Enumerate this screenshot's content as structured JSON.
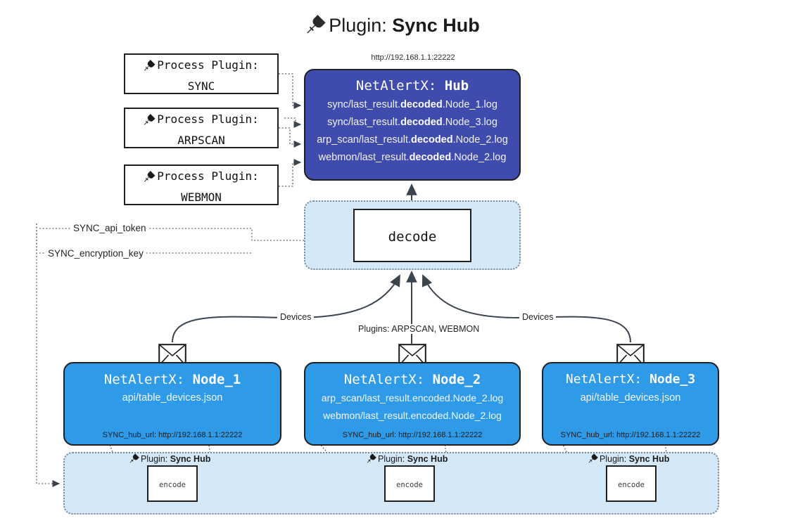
{
  "title": {
    "icon": "plug-icon",
    "prefix": "Plugin: ",
    "name": "Sync Hub"
  },
  "hub": {
    "url_caption": "http://192.168.1.1:22222",
    "title_prefix": "NetAlertX: ",
    "title_name": "Hub",
    "loglines": [
      {
        "pre": "sync/last_result.",
        "mid": "decoded",
        "post": ".Node_1.log"
      },
      {
        "pre": "sync/last_result.",
        "mid": "decoded",
        "post": ".Node_3.log"
      },
      {
        "pre": "arp_scan/last_result.",
        "mid": "decoded",
        "post": ".Node_2.log"
      },
      {
        "pre": "webmon/last_result.",
        "mid": "decoded",
        "post": ".Node_2.log"
      }
    ]
  },
  "process_plugins": [
    {
      "icon": "plug-icon",
      "line1": "Process Plugin:",
      "line2": "SYNC"
    },
    {
      "icon": "plug-icon",
      "line1": "Process Plugin:",
      "line2": "ARPSCAN"
    },
    {
      "icon": "plug-icon",
      "line1": "Process Plugin:",
      "line2": "WEBMON"
    }
  ],
  "decode": {
    "box_label": "decode"
  },
  "tokens": [
    {
      "label": "SYNC_api_token"
    },
    {
      "label": "SYNC_encryption_key"
    }
  ],
  "edge_labels": {
    "devices_left": "Devices",
    "devices_right": "Devices",
    "plugins_mid": "Plugins: ARPSCAN, WEBMON"
  },
  "nodes": [
    {
      "title_prefix": "NetAlertX: ",
      "title_name": "Node_1",
      "lines": [
        "api/table_devices.json"
      ],
      "footer": "SYNC_hub_url: http://192.168.1.1:22222",
      "envelope_icon": "envelope-icon"
    },
    {
      "title_prefix": "NetAlertX: ",
      "title_name": "Node_2",
      "lines": [
        "arp_scan/last_result.encoded.Node_2.log",
        "webmon/last_result.encoded.Node_2.log"
      ],
      "footer": "SYNC_hub_url: http://192.168.1.1:22222",
      "envelope_icon": "envelope-icon"
    },
    {
      "title_prefix": "NetAlertX: ",
      "title_name": "Node_3",
      "lines": [
        "api/table_devices.json"
      ],
      "footer": "SYNC_hub_url: http://192.168.1.1:22222",
      "envelope_icon": "envelope-icon"
    }
  ],
  "encode_blocks": [
    {
      "caption_icon": "plug-icon",
      "caption_prefix": "Plugin: ",
      "caption_name": "Sync Hub",
      "box_label": "encode"
    },
    {
      "caption_icon": "plug-icon",
      "caption_prefix": "Plugin: ",
      "caption_name": "Sync Hub",
      "box_label": "encode"
    },
    {
      "caption_icon": "plug-icon",
      "caption_prefix": "Plugin: ",
      "caption_name": "Sync Hub",
      "box_label": "encode"
    }
  ],
  "colors": {
    "hub_fill": "#3f4cae",
    "node_fill": "#2f9ae8",
    "container_fill": "#d4e8f8",
    "stroke": "#1f1f1f",
    "dotted_stroke": "#7a8a99",
    "canvas": "#ffffff"
  }
}
